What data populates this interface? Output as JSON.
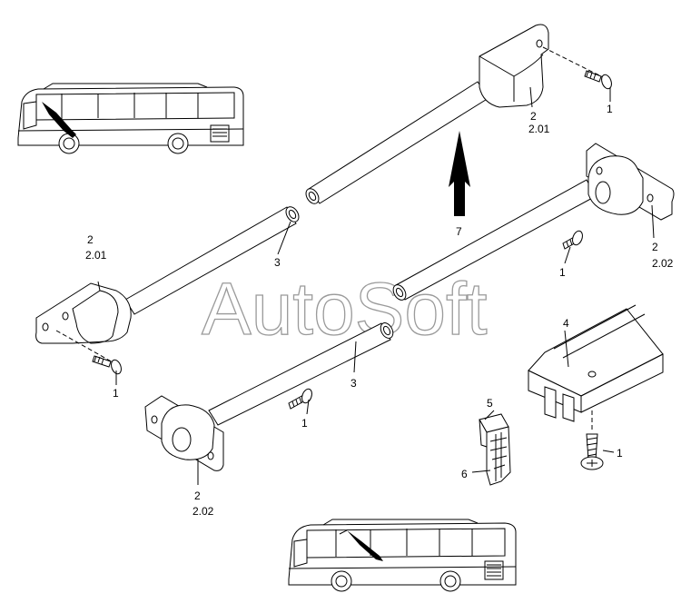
{
  "watermark": "AutoSoft",
  "callouts": {
    "c1": "1",
    "c2": "1",
    "c3": "1",
    "c4": "1",
    "c5_main": "2",
    "c5_sub": "2.01",
    "c6_main": "2",
    "c6_sub": "2.01",
    "c7_main": "2",
    "c7_sub": "2.02",
    "c8_main": "2",
    "c8_sub": "2.02",
    "c9": "3",
    "c10": "3",
    "c11": "4",
    "c12": "5",
    "c13": "6",
    "c14": "7"
  },
  "colors": {
    "line": "#000000",
    "watermark_outline": "#9a9a9a",
    "background": "#ffffff"
  }
}
